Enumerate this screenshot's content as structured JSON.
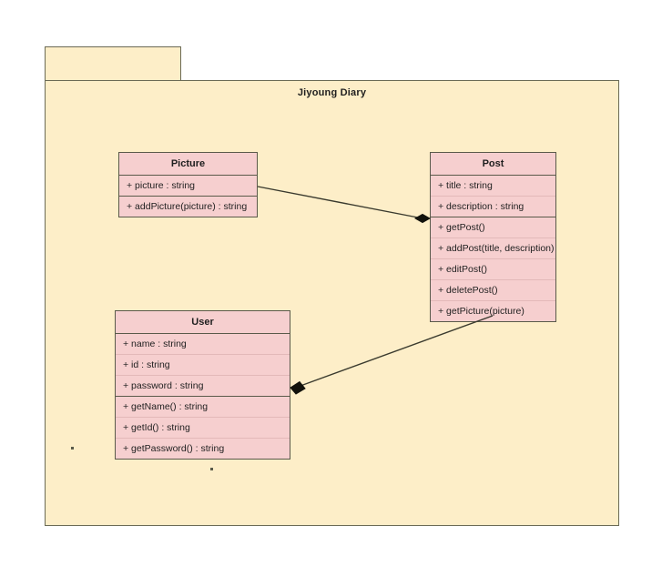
{
  "diagram": {
    "type": "uml-class-diagram",
    "package": {
      "name": "Jiyoung Diary"
    },
    "colors": {
      "package_fill": "#fdeec8",
      "package_stroke": "#6b6a55",
      "class_fill": "#f6cfcf",
      "class_stroke": "#5a5a4a",
      "connector_stroke": "#3a3a2e",
      "text": "#1f1f1f",
      "canvas": "#ffffff"
    },
    "classes": [
      {
        "id": "picture",
        "name": "Picture",
        "attributes": [
          "+ picture : string"
        ],
        "operations": [
          "+ addPicture(picture) : string"
        ]
      },
      {
        "id": "post",
        "name": "Post",
        "attributes": [
          "+ title : string",
          "+ description : string"
        ],
        "operations": [
          "+ getPost()",
          "+ addPost(title, description)",
          "+ editPost()",
          "+ deletePost()",
          "+ getPicture(picture)"
        ]
      },
      {
        "id": "user",
        "name": "User",
        "attributes": [
          "+ name : string",
          "+ id : string",
          "+ password : string"
        ],
        "operations": [
          "+ getName() : string",
          "+ getId() : string",
          "+ getPassword() : string"
        ]
      }
    ],
    "relationships": [
      {
        "id": "picture-post",
        "kind": "composition",
        "source": "Picture",
        "target": "Post",
        "diamond_at": "target"
      },
      {
        "id": "post-user",
        "kind": "composition",
        "source": "Post",
        "target": "User",
        "diamond_at": "target"
      }
    ],
    "marks": [
      {
        "id": "dot-1"
      },
      {
        "id": "dot-2"
      }
    ]
  }
}
